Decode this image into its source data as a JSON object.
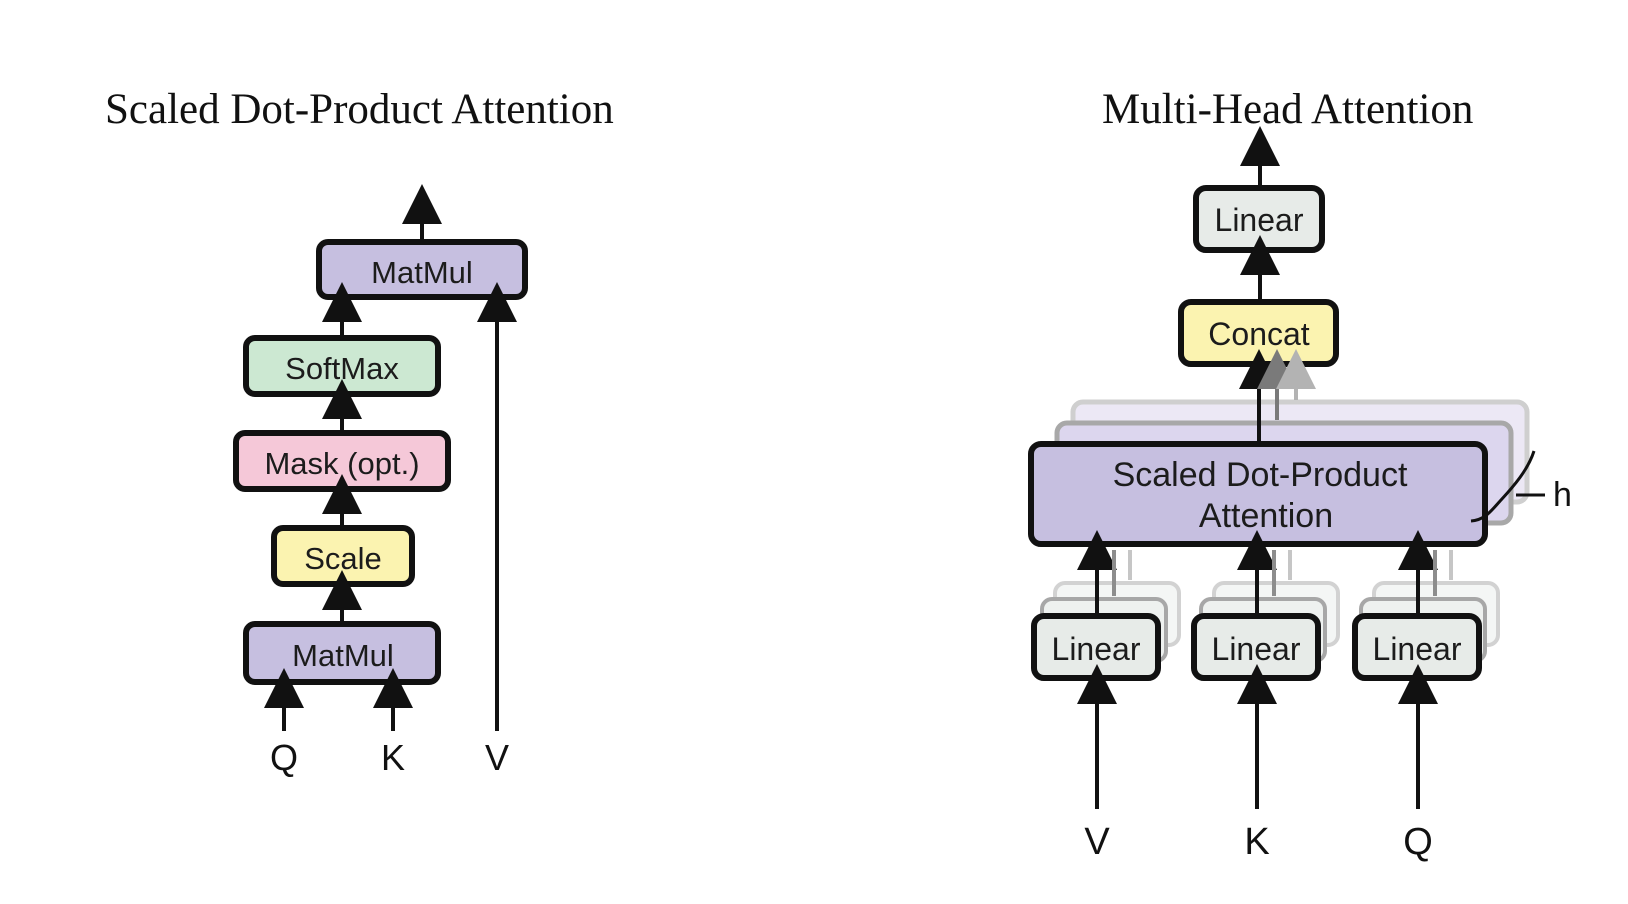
{
  "left_diagram": {
    "title": "Scaled Dot-Product Attention",
    "blocks": {
      "matmul_top": "MatMul",
      "softmax": "SoftMax",
      "mask": "Mask (opt.)",
      "scale": "Scale",
      "matmul_bottom": "MatMul"
    },
    "inputs": {
      "q": "Q",
      "k": "K",
      "v": "V"
    }
  },
  "right_diagram": {
    "title": "Multi-Head Attention",
    "blocks": {
      "linear_out": "Linear",
      "concat": "Concat",
      "attention_line1": "Scaled Dot-Product",
      "attention_line2": "Attention",
      "linear_v": "Linear",
      "linear_k": "Linear",
      "linear_q": "Linear"
    },
    "heads_label": "h",
    "inputs": {
      "v": "V",
      "k": "K",
      "q": "Q"
    }
  },
  "colors": {
    "matmul": "#c6bfe0",
    "softmax": "#cce8d2",
    "mask": "#f5c8d8",
    "scale": "#fbf3b0",
    "linear": "#e7ebe8",
    "concat": "#fbf3b0",
    "attention": "#c6bfe0",
    "stroke": "#111111"
  }
}
